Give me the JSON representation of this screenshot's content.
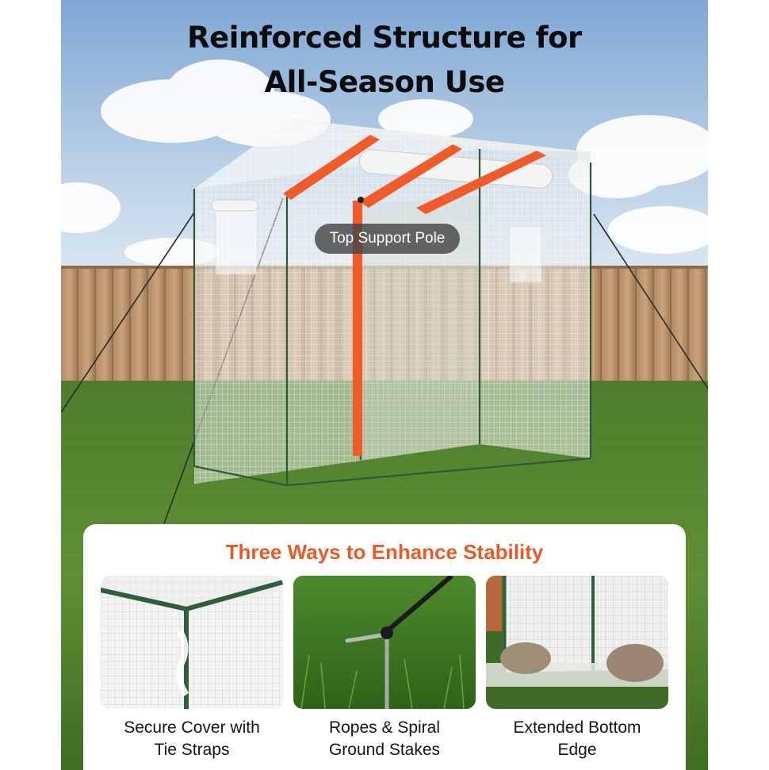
{
  "headline": {
    "line1": "Reinforced Structure for",
    "line2": "All-Season Use"
  },
  "callout": {
    "label": "Top Support Pole"
  },
  "stability_panel": {
    "title": "Three Ways to Enhance Stability",
    "items": [
      {
        "line1": "Secure Cover with",
        "line2": "Tie Straps"
      },
      {
        "line1": "Ropes & Spiral",
        "line2": "Ground Stakes"
      },
      {
        "line1": "Extended Bottom",
        "line2": "Edge"
      }
    ]
  },
  "colors": {
    "accent": "#ea5a24",
    "pole_highlight": "#f25a2a",
    "callout_bg": "#464646",
    "frame_green": "#2e5a3a"
  }
}
